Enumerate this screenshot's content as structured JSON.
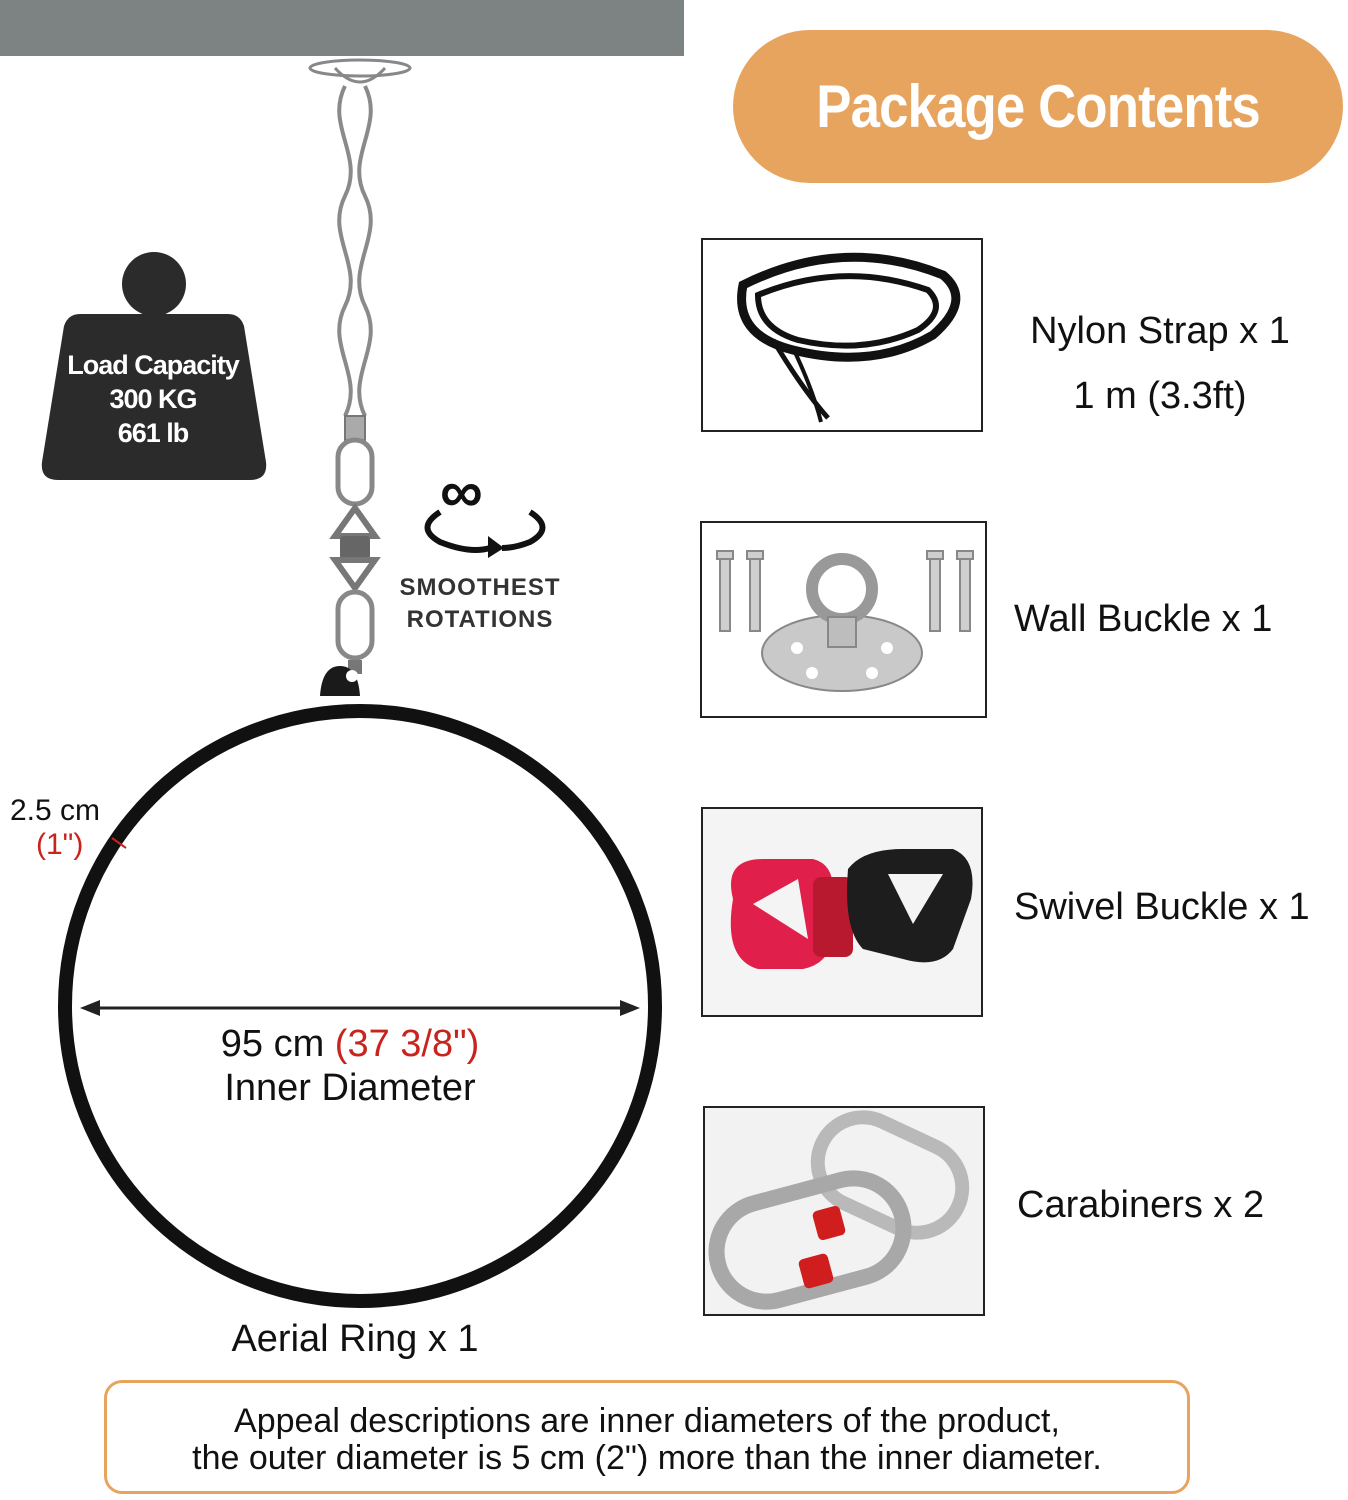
{
  "banner": {
    "title": "Package Contents"
  },
  "weight": {
    "line1": "Load Capacity",
    "line2": "300 KG",
    "line3": "661 lb"
  },
  "rotation": {
    "symbol": "∞",
    "line1": "SMOOTHEST",
    "line2": "ROTATIONS"
  },
  "ring": {
    "thickness_metric": "2.5 cm",
    "thickness_imperial": "(1\")",
    "diameter_metric": "95 cm",
    "diameter_imperial": "(37 3/8\")",
    "diameter_label": "Inner Diameter",
    "label": "Aerial Ring x 1"
  },
  "items": [
    {
      "label": "Nylon Strap x 1",
      "sub": "1 m (3.3ft)"
    },
    {
      "label": "Wall Buckle x 1"
    },
    {
      "label": "Swivel Buckle x 1"
    },
    {
      "label": "Carabiners x 2"
    }
  ],
  "note": {
    "line1": "Appeal descriptions are inner diameters of the product,",
    "line2": "the outer diameter is 5 cm (2\") more than the inner diameter."
  },
  "colors": {
    "accent": "#e7a45f",
    "red": "#c9231d",
    "ceiling": "#7d8382",
    "weight": "#2b2b2b"
  }
}
